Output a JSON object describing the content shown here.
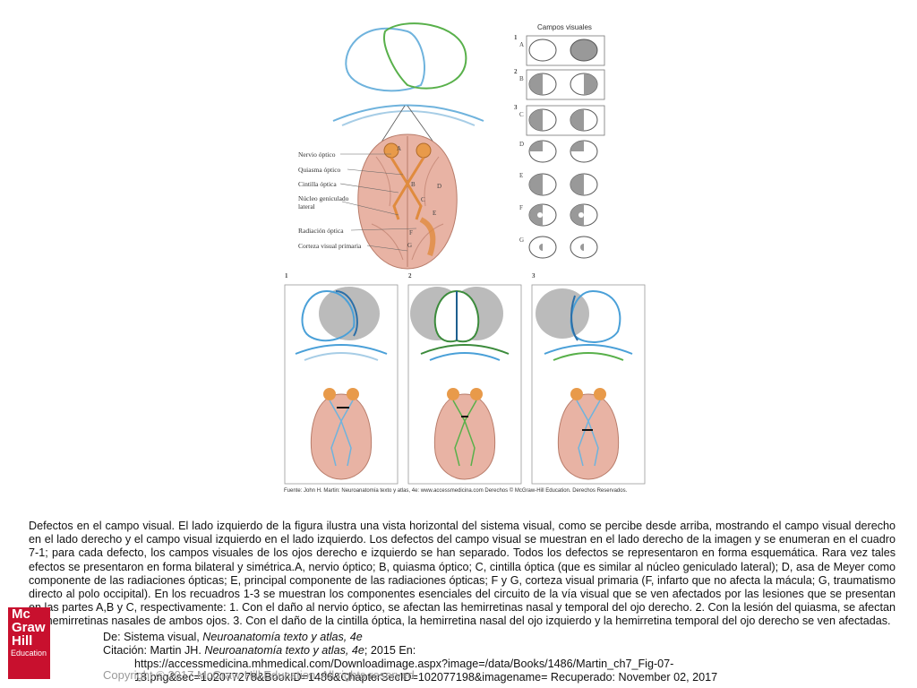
{
  "figure": {
    "labels": {
      "optic_nerve": "Nervio óptico",
      "optic_chiasm": "Quiasma óptico",
      "optic_tract": "Cintilla óptica",
      "lgn_line1": "Núcleo geniculado",
      "lgn_line2": "lateral",
      "optic_radiation": "Radiación óptica",
      "visual_cortex": "Corteza visual primaria"
    },
    "visual_fields_title": "Campos visuales",
    "field_rows": [
      "A",
      "B",
      "C",
      "D",
      "E",
      "F",
      "G"
    ],
    "panel_numbers": [
      "1",
      "2",
      "3"
    ],
    "source": "Fuente: John H. Martin: Neuroanatomía texto y atlas, 4e: www.accessmedicina.com Derechos © McGraw-Hill Education. Derechos Reservados."
  },
  "caption": "Defectos en el campo visual. El lado izquierdo de la figura ilustra una vista horizontal del sistema visual, como se percibe desde arriba, mostrando el campo visual derecho en el lado derecho y el campo visual izquierdo en el lado izquierdo. Los defectos del campo visual se muestran en el lado derecho de la imagen y se enumeran en el cuadro 7-1; para cada defecto, los campos visuales de los ojos derecho e izquierdo se han separado. Todos los defectos se representaron en forma esquemática. Rara vez tales efectos se presentaron en forma bilateral y simétrica.A, nervio óptico; B, quiasma óptico; C, cintilla óptica (que es similar al núcleo geniculado lateral); D, asa de Meyer como componente de las radiaciones ópticas; E, principal componente de las radiaciones ópticas; F y G, corteza visual primaria (F, infarto que no afecta la mácula; G, traumatismo directo al polo occipital). En los recuadros 1-3 se muestran los componentes esenciales del circuito de la vía visual que se ven afectados por las lesiones que se presentan en las partes A,B y C, respectivamente: 1. Con el daño al nervio óptico, se afectan las hemirretinas nasal y temporal del ojo derecho. 2. Con la lesión del quiasma, se afectan las hemirretinas nasales de ambos ojos. 3. Con el daño de la cintilla óptica, la hemirretina nasal del ojo izquierdo y la hemirretina temporal del ojo derecho se ven afectadas.",
  "citation": {
    "from_prefix": "De: Sistema visual, ",
    "from_title": "Neuroanatomía texto y atlas, 4e",
    "cite_prefix": "Citación: Martin JH. ",
    "cite_title": "Neuroanatomía texto y atlas, 4e",
    "cite_suffix": "; 2015 En:",
    "url_line1": "https://accessmedicina.mhmedical.com/Downloadimage.aspx?image=/data/Books/1486/Martin_ch7_Fig-07-",
    "url_line2": "18.png&sec=102077278&BookID=1486&ChapterSecID=102077198&imagename= Recuperado: November 02, 2017"
  },
  "logo": {
    "line1": "Mc",
    "line2": "Graw",
    "line3": "Hill",
    "line4": "Education"
  },
  "copyright": "Copyright © 2017 McGraw-Hill Education. All rights reserved"
}
